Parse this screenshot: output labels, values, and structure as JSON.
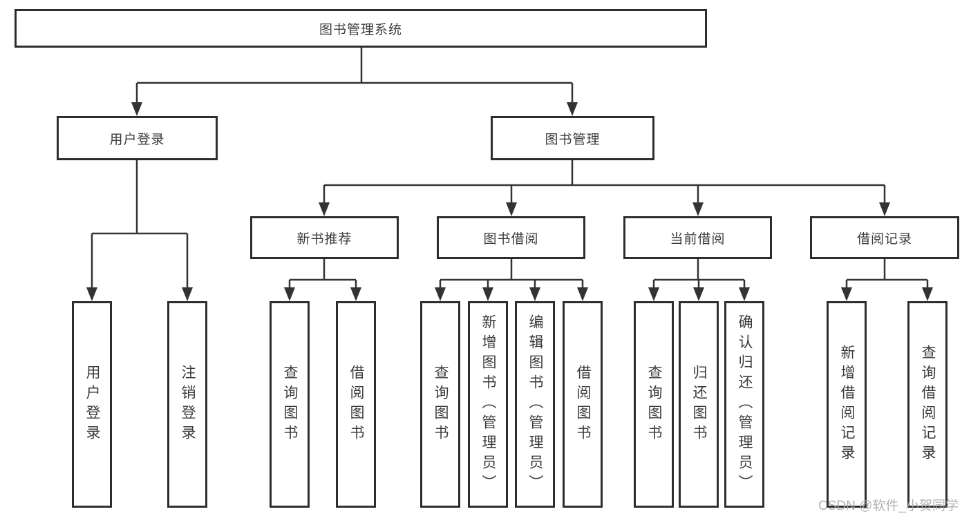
{
  "diagram": {
    "title": "图书管理系统",
    "level2": [
      {
        "label": "用户登录"
      },
      {
        "label": "图书管理"
      }
    ],
    "level3": [
      {
        "label": "新书推荐"
      },
      {
        "label": "图书借阅"
      },
      {
        "label": "当前借阅"
      },
      {
        "label": "借阅记录"
      }
    ],
    "leaves": {
      "user_login": [
        "用户登录",
        "注销登录"
      ],
      "new_book": [
        "查询图书",
        "借阅图书"
      ],
      "book_borrow": [
        "查询图书",
        "新增图书（管理员）",
        "编辑图书（管理员）",
        "借阅图书"
      ],
      "current_borrow": [
        "查询图书",
        "归还图书",
        "确认归还（管理员）"
      ],
      "borrow_record": [
        "新增借阅记录",
        "查询借阅记录"
      ]
    },
    "watermark": "CSDN @软件_小贺同学",
    "colors": {
      "line": "#333333",
      "border": "#2d2d2d",
      "text": "#3b3b3b",
      "watermark": "#a9a9a9",
      "background": "#ffffff"
    }
  }
}
